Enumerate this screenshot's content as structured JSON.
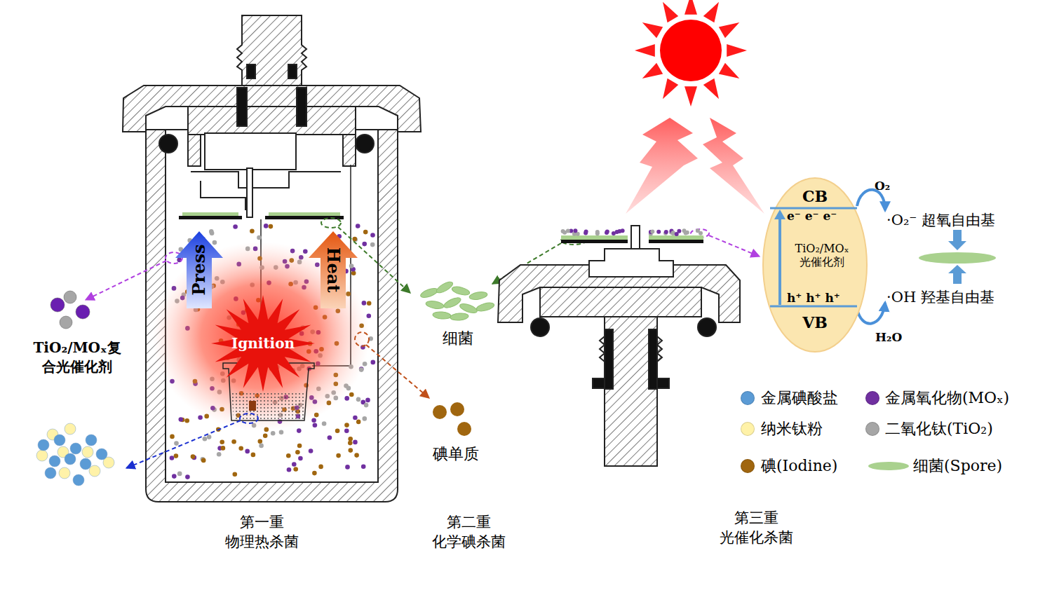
{
  "diagram": {
    "nodes": [
      {
        "text": [
          "Press"
        ]
      },
      {
        "text": [
          "Ignition"
        ]
      },
      {
        "text": [
          "Heat"
        ]
      },
      {
        "text": [
          "CB",
          "e⁻ e⁻ e⁻",
          "TiO₂/MOₓ 光催化剂",
          "h⁺ h⁺ h⁺",
          "VB"
        ]
      }
    ],
    "labels": [
      "TiO₂/MOₓ复 合光催化剂",
      "细菌",
      "碘单质",
      "第一重 物理热杀菌",
      "第二重 化学碘杀菌",
      "第三重 光催化杀菌",
      "O₂",
      "·O₂⁻ 超氧自由基",
      "·OH 羟基自由基",
      "H₂O"
    ],
    "legend": [
      {
        "text": "金属碘酸盐",
        "color": "#5b9bd5"
      },
      {
        "text": "金属氧化物(MOₓ)",
        "color": "#7030a0"
      },
      {
        "text": "纳米钛粉",
        "color": "#fff2a8"
      },
      {
        "text": "二氧化钛(TiO₂)",
        "color": "#a6a6a6"
      },
      {
        "text": "碘(Iodine)",
        "color": "#a0660f"
      },
      {
        "text": "细菌(Spore)",
        "color": "#a9d18e"
      }
    ]
  }
}
